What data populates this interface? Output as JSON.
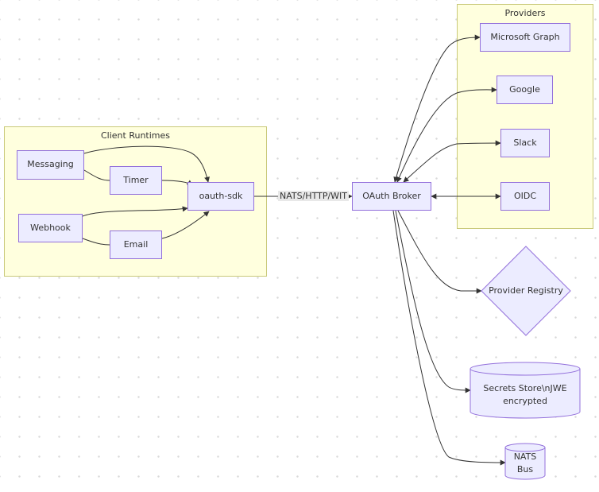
{
  "clusters": {
    "providers_title": "Providers",
    "client_title": "Client Runtimes"
  },
  "nodes": {
    "microsoft_graph": "Microsoft Graph",
    "google": "Google",
    "slack": "Slack",
    "oidc": "OIDC",
    "messaging": "Messaging",
    "timer": "Timer",
    "webhook": "Webhook",
    "email": "Email",
    "oauth_sdk": "oauth-sdk",
    "oauth_broker": "OAuth Broker",
    "provider_registry": "Provider Registry",
    "secrets_store": "Secrets Store\\nJWE encrypted",
    "nats_bus": "NATS Bus"
  },
  "edges": {
    "sdk_to_broker": "NATS/HTTP/WIT"
  },
  "colors": {
    "node_fill": "#ececff",
    "node_stroke": "#9370db",
    "cluster_fill": "#ffffde",
    "cluster_stroke": "#c9c97a",
    "edge": "#333333"
  }
}
